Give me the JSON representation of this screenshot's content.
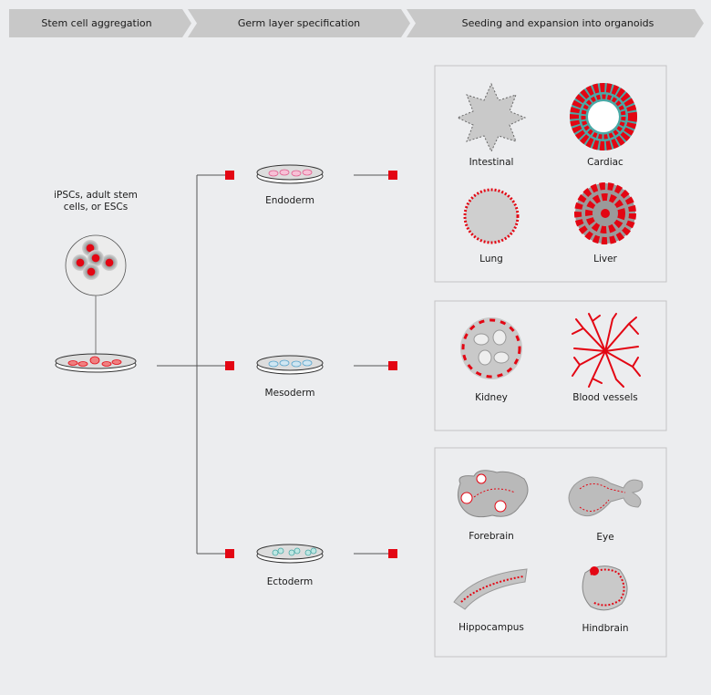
{
  "header": {
    "steps": [
      "Stem cell aggregation",
      "Germ layer specification",
      "Seeding and expansion into organoids"
    ]
  },
  "source": {
    "label_line1": "iPSCs, adult stem",
    "label_line2": "cells, or ESCs"
  },
  "germ_layers": [
    "Endoderm",
    "Mesoderm",
    "Ectoderm"
  ],
  "organoids": {
    "endoderm": [
      "Intestinal",
      "Cardiac",
      "Lung",
      "Liver"
    ],
    "mesoderm": [
      "Kidney",
      "Blood vessels"
    ],
    "ectoderm": [
      "Forebrain",
      "Eye",
      "Hippocampus",
      "Hindbrain"
    ]
  },
  "colors": {
    "accent": "#e30613",
    "header": "#c8c8c8",
    "teal": "#4aa9a6",
    "cell_gray": "#b9b9b9"
  }
}
